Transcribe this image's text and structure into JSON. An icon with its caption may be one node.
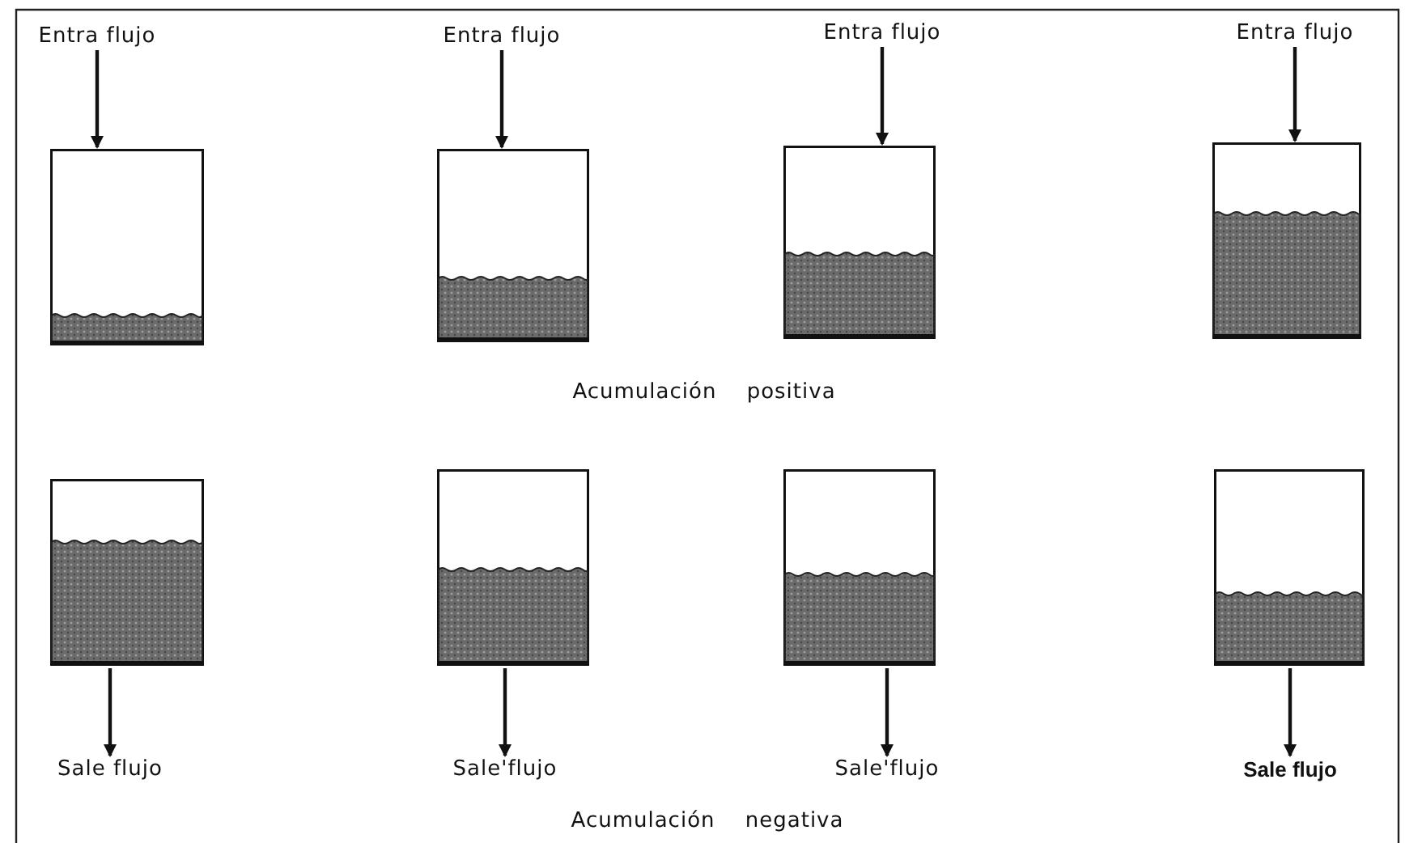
{
  "diagram": {
    "nodes": [
      {
        "text": [
          "Entra flujo"
        ]
      },
      {
        "text": [
          "Entra flujo"
        ]
      },
      {
        "text": [
          "Entra flujo"
        ]
      },
      {
        "text": [
          "Entra flujo"
        ]
      },
      {
        "text": [],
        "shape": "box"
      },
      {
        "text": [],
        "shape": "box"
      },
      {
        "text": [],
        "shape": "box"
      },
      {
        "text": [],
        "shape": "box"
      },
      {
        "text": [],
        "shape": "box"
      },
      {
        "text": [],
        "shape": "box"
      },
      {
        "text": [],
        "shape": "box"
      },
      {
        "text": [],
        "shape": "box"
      },
      {
        "text": [
          "Sale flujo"
        ]
      },
      {
        "text": [
          "Sale'flujo"
        ]
      },
      {
        "text": [
          "Sale'flujo"
        ]
      },
      {
        "text": [
          "Sale flujo"
        ]
      }
    ],
    "edges": [
      {
        "from": 0,
        "to": 4,
        "arrow": "to"
      },
      {
        "from": 1,
        "to": 5,
        "arrow": "to"
      },
      {
        "from": 2,
        "to": 6,
        "arrow": "to"
      },
      {
        "from": 3,
        "to": 7,
        "arrow": "to"
      },
      {
        "from": 8,
        "to": 12,
        "arrow": "to"
      },
      {
        "from": 9,
        "to": 13,
        "arrow": "to"
      },
      {
        "from": 10,
        "to": 14,
        "arrow": "to"
      },
      {
        "from": 11,
        "to": 15,
        "arrow": "to"
      }
    ],
    "labels": [
      "Acumulación positiva",
      "Acumulación negativa"
    ]
  }
}
